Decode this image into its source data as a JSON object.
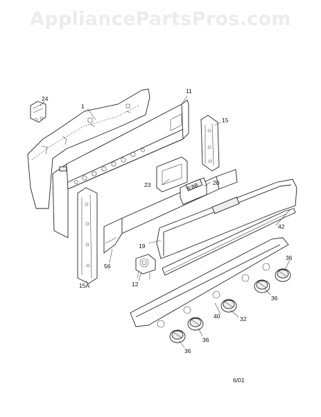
{
  "watermark": "AppliancePartsPros.com",
  "date_code": "6/01",
  "callouts": {
    "p1": "1",
    "p11": "11",
    "p12": "12",
    "p15": "15",
    "p15a": "15A",
    "p19": "19",
    "p20": "20",
    "p23": "23",
    "p24": "24",
    "p32": "32",
    "p36a": "36",
    "p36b": "36",
    "p36c": "36",
    "p36d": "36",
    "p40": "40",
    "p42": "42",
    "p56": "56"
  },
  "display_text": "8:88"
}
